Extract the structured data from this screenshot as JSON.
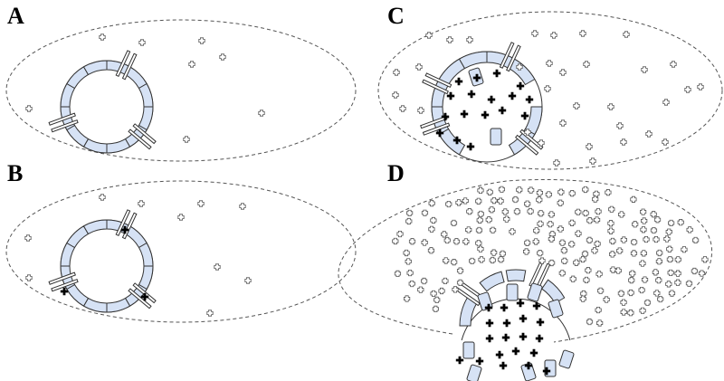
{
  "colors": {
    "ring": "#d6e2f5",
    "outline": "#333333",
    "dashed": "#555555"
  },
  "icons": {
    "hollow": "hollow-plus-icon",
    "solid": "solid-plus-icon"
  },
  "panels": [
    {
      "id": "a",
      "label": "A"
    },
    {
      "id": "b",
      "label": "B"
    },
    {
      "id": "c",
      "label": "C"
    },
    {
      "id": "d",
      "label": "D"
    }
  ]
}
